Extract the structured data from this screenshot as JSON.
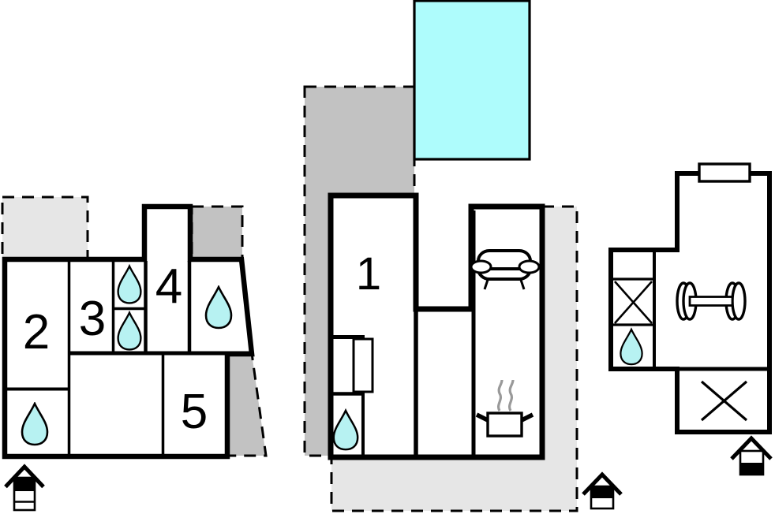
{
  "colors": {
    "background": "#ffffff",
    "wall": "#000000",
    "pool": "#aefcfc",
    "water": "#b7f2f2",
    "terrace_dark": "#c2c2c2",
    "terrace_light": "#e6e6e6",
    "steam": "#999999"
  },
  "rooms": {
    "left": [
      "2",
      "3",
      "4",
      "5"
    ],
    "middle": [
      "1"
    ]
  },
  "icons": {
    "water_drop": "water-drop-icon",
    "swimming_pool": "swimming-pool",
    "sofa": "sofa-icon",
    "cooking_pot": "cooking-pot-icon",
    "dumbbell": "dumbbell-icon",
    "cross_marker": "cross-marker-icon",
    "entrance_house": "entrance-house-icon",
    "window": "window-icon"
  }
}
